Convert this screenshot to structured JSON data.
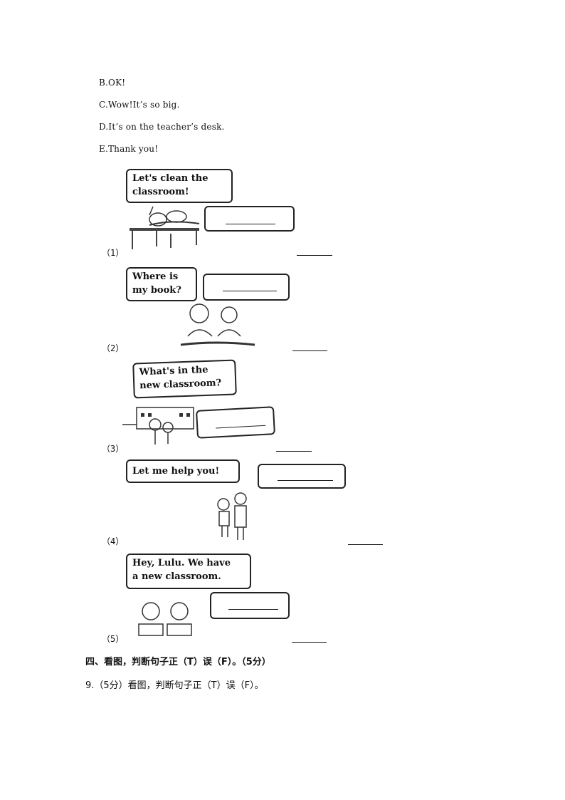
{
  "options": [
    {
      "letter": "B",
      "text": "B.OK!"
    },
    {
      "letter": "C",
      "text": "C.Wow!It’s so big."
    },
    {
      "letter": "D",
      "text": "D.It’s on the teacher’s desk."
    },
    {
      "letter": "E",
      "text": "E.Thank you!"
    }
  ],
  "items": [
    {
      "number": "（1）",
      "speech": [
        "Let's clean the",
        "classroom!"
      ]
    },
    {
      "number": "（2）",
      "speech": [
        "Where is",
        "my book?"
      ]
    },
    {
      "number": "（3）",
      "speech": [
        "What's in the",
        "new classroom?"
      ]
    },
    {
      "number": "（4）",
      "speech": [
        "Let me help you!"
      ]
    },
    {
      "number": "（5）",
      "speech": [
        "Hey, Lulu. We have",
        "a new classroom."
      ]
    }
  ],
  "section": {
    "title": "四、看图，判断句子正（T）误（F）。（5分）",
    "question": "9.（5分）看图，判断句子正（T）误（F）。"
  }
}
